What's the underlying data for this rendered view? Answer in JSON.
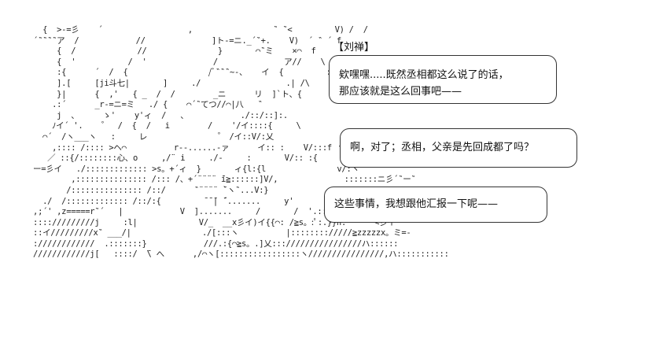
{
  "speaker": "【刘禅】",
  "bubbles": [
    {
      "lines": [
        "欸嘿嘿.....既然丞相都这么说了的话，",
        "那应该就是这么回事吧——"
      ]
    },
    {
      "lines": [
        "啊，对了；丞相，父亲是先回成都了吗？"
      ]
    },
    {
      "lines": [
        "这些事情，我想跟他汇报一下呢——"
      ]
    }
  ],
  "ascii_art": "    {  >-=彡    ´                  ,                 ‶ ‶<         V) /  /\n  ´‶‶‶‶ア  /            //              ]ト-=ニ._´‶+.    V)  ´ ‶ ´ f\n       {  /             //               }       ⌒‶ミ    ×⌒  f\n       {  '           /  '              /              ア//    \\\n       :{      ´  /  {                 /ﾞ‶‶‶~-、   イ  {         :\n       ].[     [ji斗七|       ]     ./                  .| /\\     :.\n       }|      {  ,'   { _  /  /        _ニ      リ  ]`ト、{ \n      .:´      _r-=ニ=ミ   ./ {    ⌒´‶てつ//⌒|八   ‶\n       j  、     ゝ'    y'ィ  /   、           ./::/::]:.\n      ﾉイ´ '.     ゚   /  {  /   i        /    '/イ::::{     \\  \n    ⌒´  /ヽ___ヽ   :     レ                ゚  /イ::V/:乂  \n      ,:::: /:::: >ヘ⌒          r--......-ァ      イ:: :    V/:::f ヽ,f\n     ／ ::{/::::::::心、o     ,/¨ i     ./-     :       V/:: :{\n  ー=彡イ   ./::::::::::::: >s。+´ィ  }       ィ{l:{l               v/:ヽ\n          ,::::::::::::::: /::: /、+´¨¨¨¨ ̄i≧::::::]V/,              :::::::ニ彡´‶ー‶\n         /::::::::::::::: /::/      ‶¨¨¨¨ ̄`ヽ‶...V:}               }::::.'  {\n    ./  /::::::::::::: /::/:{         ̄ ̄ ̄| ̄´.......     y'         /  '.:::j[  {\n  ,;´' ,z=====r‶´   |            V  ].......     /       /  '.::/ハ ',\n  :::://///////j     :l|             V/_  __x彡イ)イ{{⌒: /≧s。:ﾟ:.}}h.      <彡イ\n  ::イ/////////x‶ ___/|               ./[:::ヽ          |:::::::://///≧zzzzzx。ミ=-\n  :////////////  .:::::::}            ///.:{⌒≧s。.]乂:::////////////////ハ::::::\n  ////////////j[   ::::/  ̄\\ へ      ,/⌒ヽ[:::::::::::::::::ヽ////////////////,ハ:::::::::::"
}
